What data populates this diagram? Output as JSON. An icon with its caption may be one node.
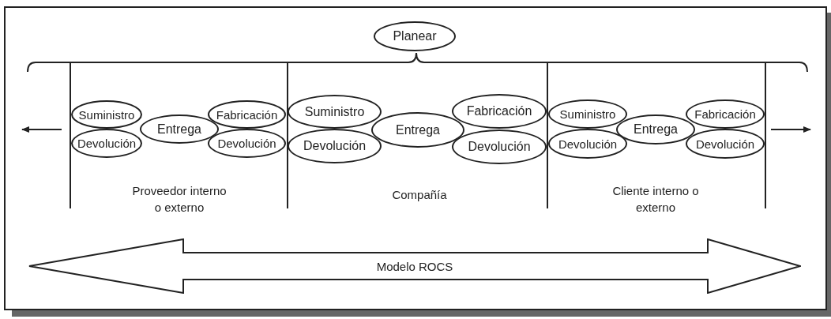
{
  "diagram": {
    "nodes": [
      {
        "text": [
          "Planear"
        ]
      },
      {
        "text": [
          "Suministro"
        ]
      },
      {
        "text": [
          "Devolución"
        ]
      },
      {
        "text": [
          "Entrega"
        ]
      },
      {
        "text": [
          "Fabricación"
        ]
      },
      {
        "text": [
          "Devolución"
        ]
      },
      {
        "text": [
          "Suministro"
        ]
      },
      {
        "text": [
          "Devolución"
        ]
      },
      {
        "text": [
          "Entrega"
        ]
      },
      {
        "text": [
          "Fabricación"
        ]
      },
      {
        "text": [
          "Devolución"
        ]
      },
      {
        "text": [
          "Suministro"
        ]
      },
      {
        "text": [
          "Devolución"
        ]
      },
      {
        "text": [
          "Entrega"
        ]
      },
      {
        "text": [
          "Fabricación"
        ]
      },
      {
        "text": [
          "Devolución"
        ]
      },
      {
        "text": [
          "Modelo ROCS"
        ]
      }
    ],
    "labels": [
      "Proveedor interno o externo",
      "Compañía",
      "Cliente interno o externo"
    ]
  }
}
